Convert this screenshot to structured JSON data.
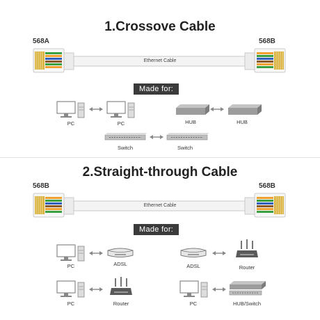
{
  "crossover": {
    "title": "1.Crossove Cable",
    "left_standard": "568A",
    "right_standard": "568B",
    "cable_label": "Ethernet Cable",
    "made_for": "Made for:",
    "pairs": [
      {
        "left": "PC",
        "right": "PC"
      },
      {
        "left": "HUB",
        "right": "HUB"
      },
      {
        "left": "Switch",
        "right": "Switch"
      }
    ]
  },
  "straight": {
    "title": "2.Straight-through Cable",
    "left_standard": "568B",
    "right_standard": "568B",
    "cable_label": "Ethernet Cable",
    "made_for": "Made for:",
    "pairs": [
      {
        "left": "PC",
        "right": "ADSL"
      },
      {
        "left": "ADSL",
        "right": "Router"
      },
      {
        "left": "PC",
        "right": "Router"
      },
      {
        "left": "PC",
        "right": "HUB/Switch"
      }
    ]
  },
  "icons": {
    "arrow": "double-arrow-icon",
    "pc": "pc-icon",
    "hub": "hub-icon",
    "switch": "switch-icon",
    "adsl": "adsl-modem-icon",
    "router": "router-icon",
    "plug": "rj45-plug-icon"
  },
  "colors": {
    "cable": "#f2f2f2",
    "plug_body": "#f7f7f7",
    "wire_orange": "#f0a030",
    "wire_green": "#3aa040",
    "wire_blue": "#3060c0",
    "wire_brown": "#8a5a2a",
    "contacts": "#d9b13b",
    "device_gray": "#9c9c9c",
    "made_bg": "#3b3b3b"
  }
}
